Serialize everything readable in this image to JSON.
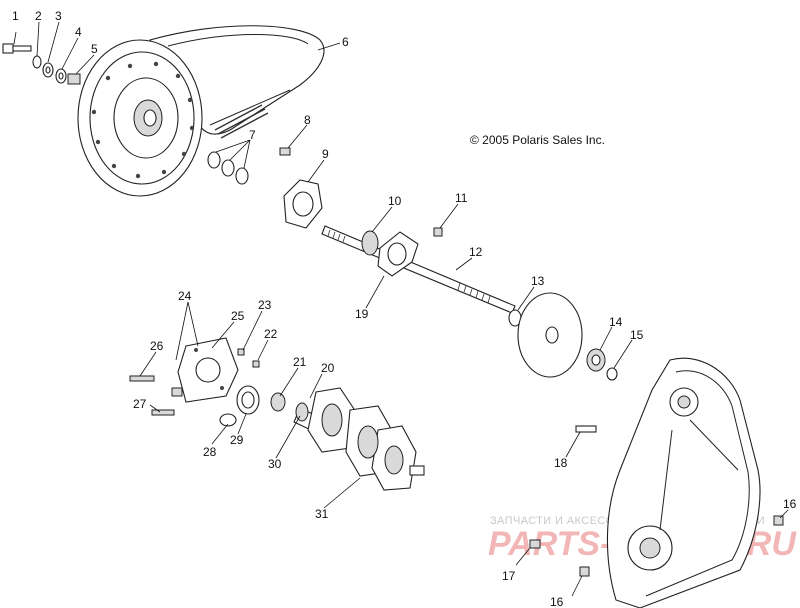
{
  "copyright": "© 2005 Polaris Sales Inc.",
  "watermark": {
    "tagline": "ЗАПЧАСТИ И АКСЕССУАРЫ ДЛЯ МОТОТЕХНИКИ",
    "brand": "PARTS-MOTOR.RU",
    "color": "#e06b6b"
  },
  "callouts": {
    "c1": "1",
    "c2": "2",
    "c3": "3",
    "c4": "4",
    "c5": "5",
    "c6": "6",
    "c7": "7",
    "c8": "8",
    "c9": "9",
    "c10": "10",
    "c11": "11",
    "c12": "12",
    "c13": "13",
    "c14": "14",
    "c15": "15",
    "c16a": "16",
    "c16b": "16",
    "c17": "17",
    "c18": "18",
    "c19": "19",
    "c20": "20",
    "c21": "21",
    "c22": "22",
    "c23": "23",
    "c24": "24",
    "c25": "25",
    "c26": "26",
    "c27": "27",
    "c28": "28",
    "c29": "29",
    "c30": "30",
    "c31": "31"
  }
}
